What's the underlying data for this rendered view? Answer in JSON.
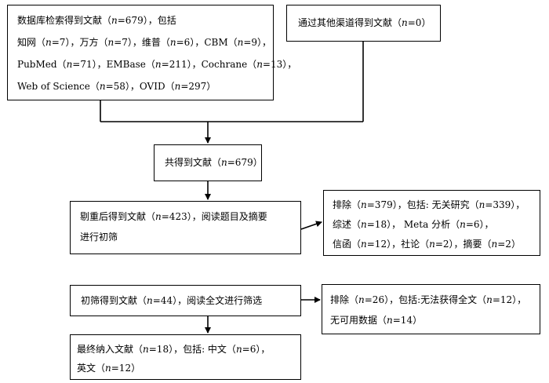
{
  "boxes": {
    "database_search": {
      "lines": [
        [
          "数据库检索得到文献（",
          {
            "i": "n"
          },
          "=679），包括"
        ],
        [
          "知网（",
          {
            "i": "n"
          },
          "=7），万方（",
          {
            "i": "n"
          },
          "=7），维普（",
          {
            "i": "n"
          },
          "=6），CBM（",
          {
            "i": "n"
          },
          "=9），"
        ],
        [
          "PubMed（",
          {
            "i": "n"
          },
          "=71），EMBase（",
          {
            "i": "n"
          },
          "=211），Cochrane（",
          {
            "i": "n"
          },
          "=13），"
        ],
        [
          "Web of Science（",
          {
            "i": "n"
          },
          "=58），OVID（",
          {
            "i": "n"
          },
          "=297）"
        ]
      ]
    },
    "other_sources": {
      "lines": [
        [
          "通过其他渠道得到文献（",
          {
            "i": "n"
          },
          "=0）"
        ]
      ]
    },
    "total_records": {
      "lines": [
        [
          "共得到文献（",
          {
            "i": "n"
          },
          "=679）"
        ]
      ]
    },
    "after_dedup": {
      "lines": [
        [
          "剔重后得到文献（",
          {
            "i": "n"
          },
          "=423），阅读题目及摘要"
        ],
        [
          "进行初筛"
        ]
      ]
    },
    "excluded_screening": {
      "lines": [
        [
          "排除（",
          {
            "i": "n"
          },
          "=379），包括: 无关研究（",
          {
            "i": "n"
          },
          "=339），"
        ],
        [
          "综述（",
          {
            "i": "n"
          },
          "=18），  Meta 分析（",
          {
            "i": "n"
          },
          "=6），"
        ],
        [
          "信函（",
          {
            "i": "n"
          },
          "=12），社论（",
          {
            "i": "n"
          },
          "=2），摘要（",
          {
            "i": "n"
          },
          "=2）"
        ]
      ]
    },
    "fulltext_screening": {
      "lines": [
        [
          "初筛得到文献（",
          {
            "i": "n"
          },
          "=44），阅读全文进行筛选"
        ]
      ]
    },
    "excluded_fulltext": {
      "lines": [
        [
          "排除（",
          {
            "i": "n"
          },
          "=26），包括:无法获得全文（",
          {
            "i": "n"
          },
          "=12），"
        ],
        [
          "无可用数据（",
          {
            "i": "n"
          },
          "=14）"
        ]
      ]
    },
    "included": {
      "lines": [
        [
          "最终纳入文献（",
          {
            "i": "n"
          },
          "=18），包括: 中文（",
          {
            "i": "n"
          },
          "=6），"
        ],
        [
          "英文（",
          {
            "i": "n"
          },
          "=12）"
        ]
      ]
    }
  }
}
